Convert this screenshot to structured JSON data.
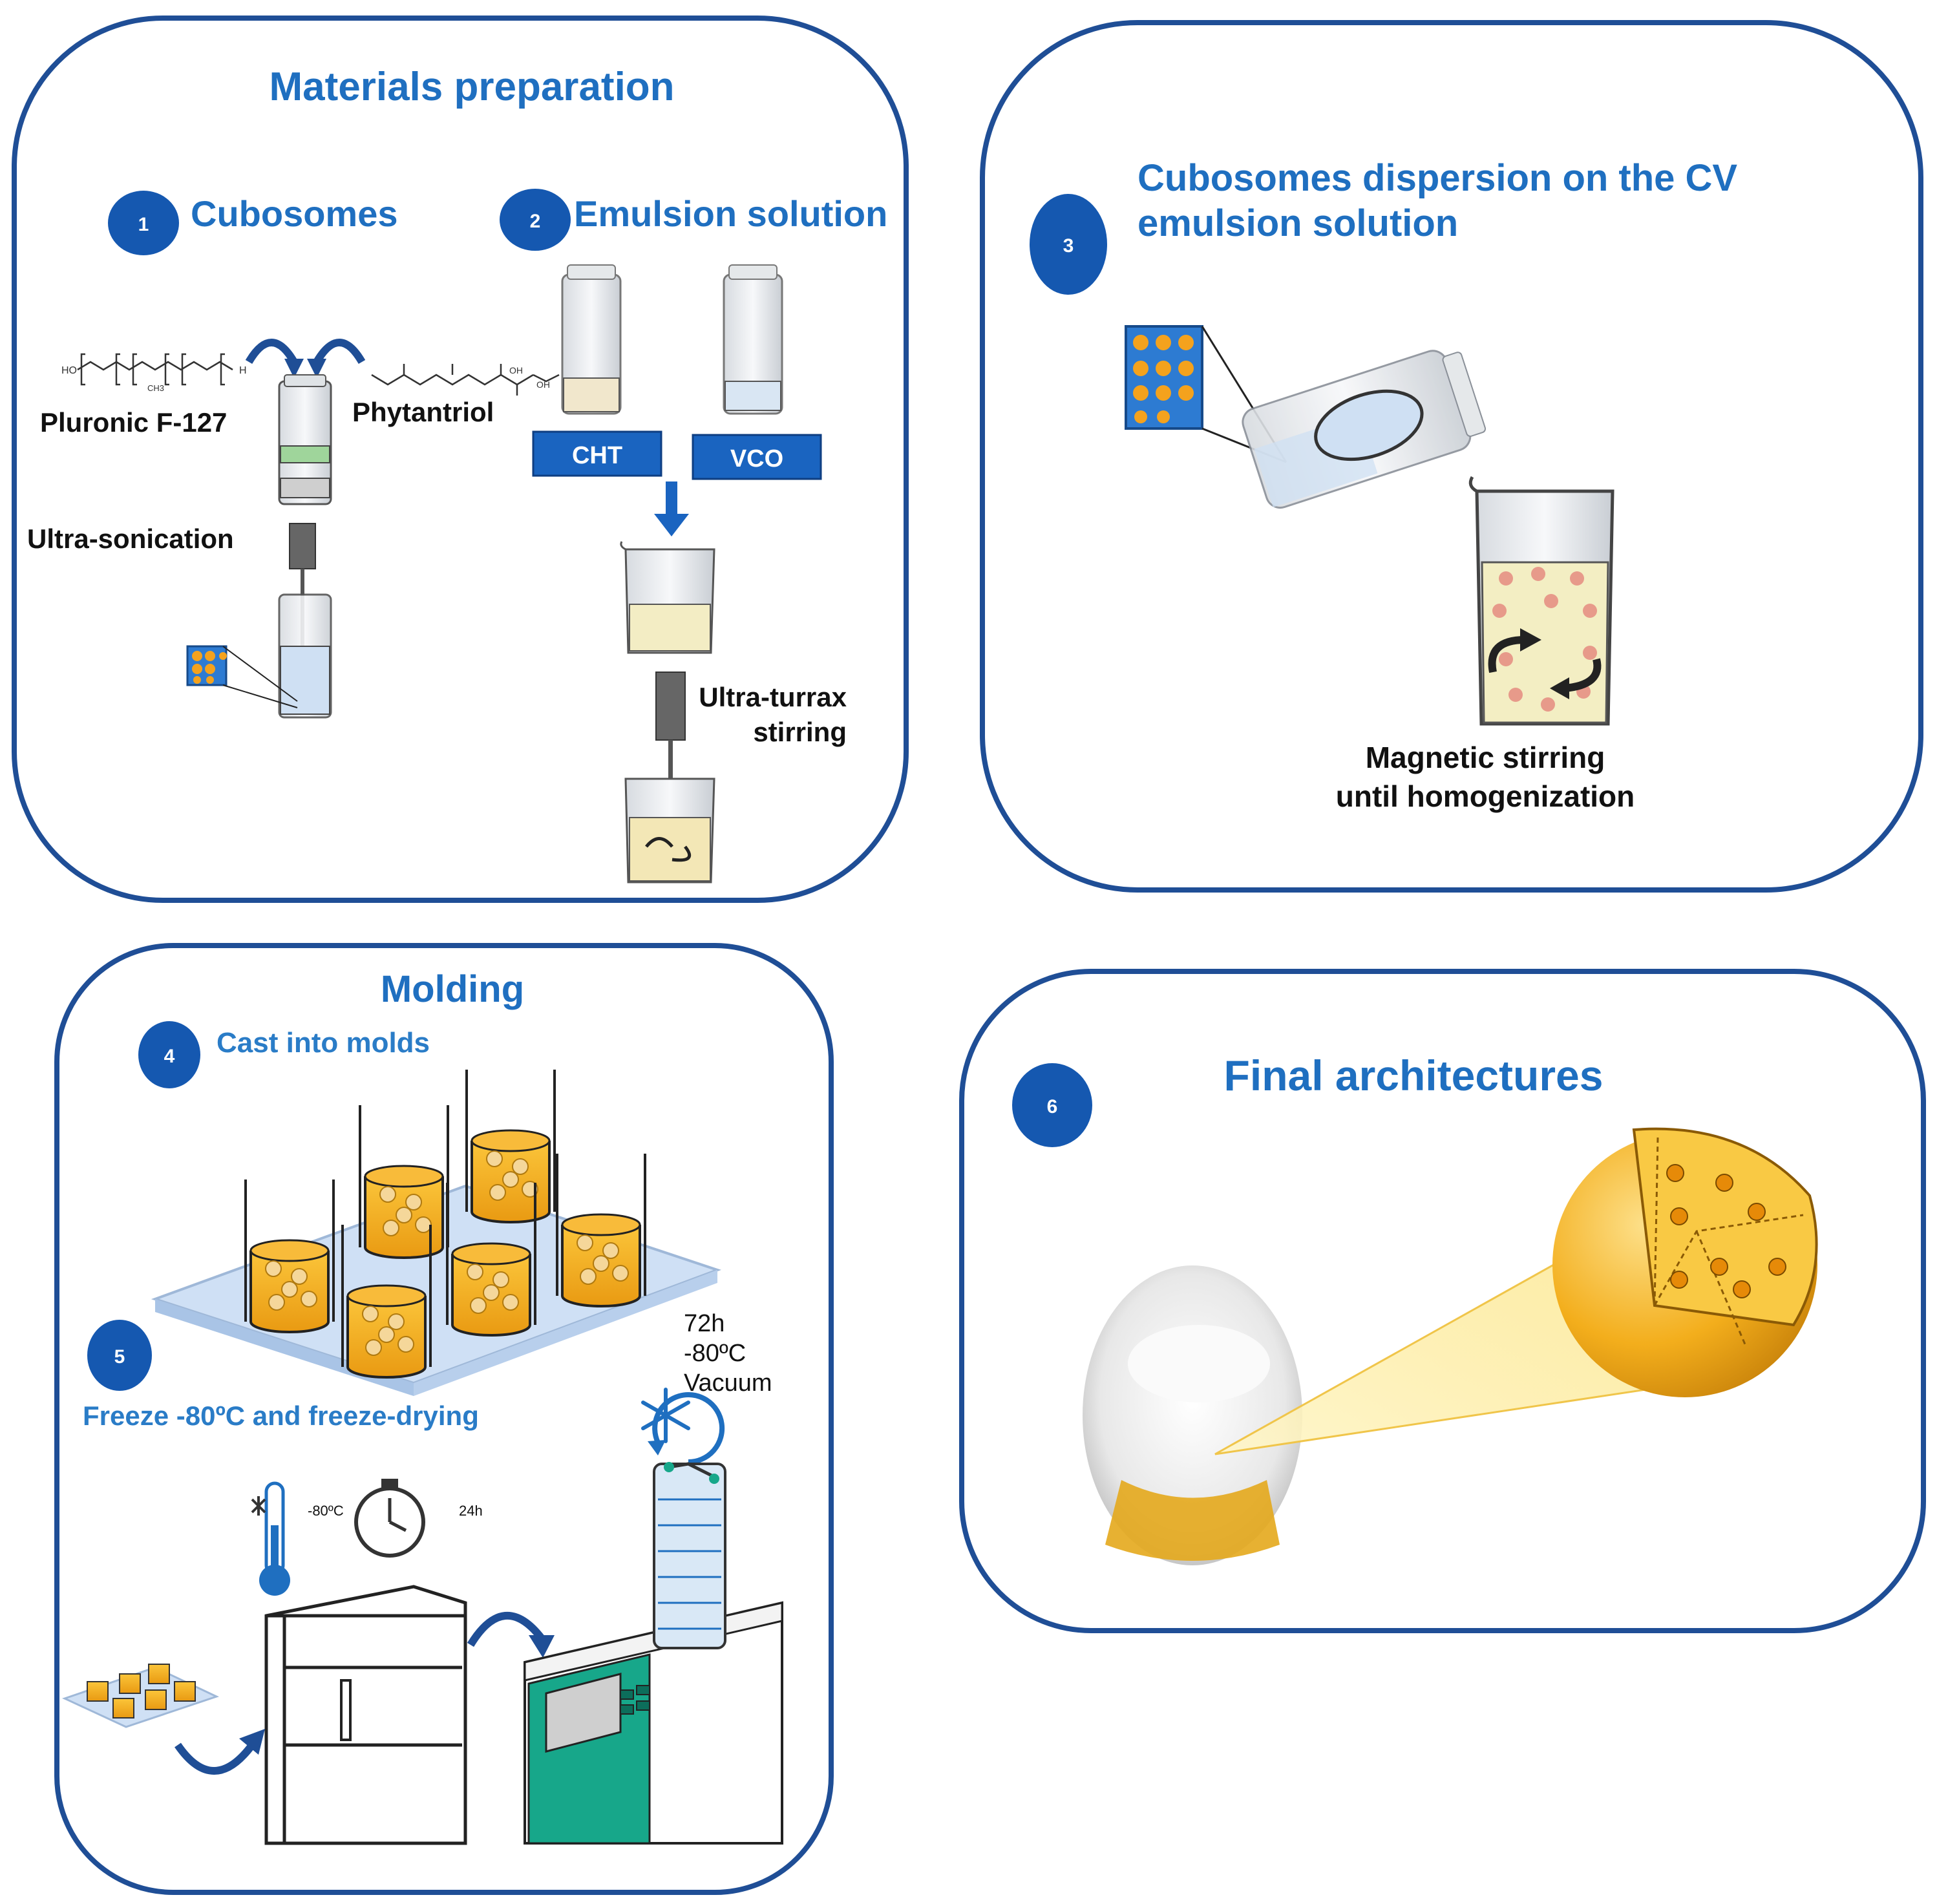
{
  "panels": {
    "materials": {
      "title": "Materials preparation",
      "step1": {
        "number": "1",
        "label": "Cubosomes"
      },
      "step2": {
        "number": "2",
        "label": "Emulsion solution"
      },
      "pluronic": "Pluronic F-127",
      "phytantriol": "Phytantriol",
      "ultrasonication": "Ultra-sonication",
      "cht": "CHT",
      "vco": "VCO",
      "turrax_line1": "Ultra-turrax",
      "turrax_line2": "stirring",
      "chem_labels": {
        "ho": "HO",
        "h": "H",
        "ch3": "CH3",
        "oh": "OH"
      }
    },
    "dispersion": {
      "number": "3",
      "title_line1": "Cubosomes dispersion on the CV",
      "title_line2": "emulsion solution",
      "caption_line1": "Magnetic stirring",
      "caption_line2": "until homogenization"
    },
    "molding": {
      "title": "Molding",
      "step4": {
        "number": "4",
        "label": "Cast into molds"
      },
      "step5": {
        "number": "5",
        "label": "Freeze -80ºC and freeze-drying"
      },
      "temp": "-80ºC",
      "time": "24h",
      "fd_line1": "72h",
      "fd_line2": "-80ºC",
      "fd_line3": "Vacuum"
    },
    "final": {
      "number": "6",
      "title": "Final architectures"
    }
  },
  "colors": {
    "panel_border": "#1f4e96",
    "title_blue": "#1f6fc0",
    "badge_blue": "#1558b0",
    "label_box": "#1a64c0",
    "orange": "#f2a81c",
    "teal": "#0ea58a"
  }
}
